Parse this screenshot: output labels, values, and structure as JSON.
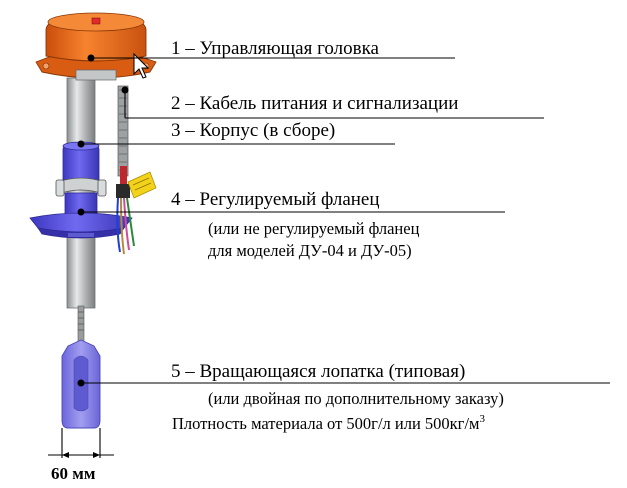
{
  "callouts": {
    "c1": "1 – Управляющая головка",
    "c2": "2 – Кабель питания и сигнализации",
    "c3": "3 – Корпус (в сборе)",
    "c4": "4 – Регулируемый фланец",
    "c4_note1": "(или не регулируемый фланец",
    "c4_note2": "для моделей ДУ-04 и ДУ-05)",
    "c5": "5 – Вращающаяся лопатка (типовая)",
    "c5_note1": "(или двойная по дополнительному заказу)",
    "c5_note2": "Плотность материала от 500г/л или 500кг/м",
    "c5_note2_sup": "3"
  },
  "dimension": {
    "width_label": "60 мм"
  },
  "colors": {
    "head": "#ef6a1a",
    "flange": "#5a55d8",
    "paddle": "#8a86e6",
    "tube": "#b9bcbd",
    "tag": "#f2d21a"
  }
}
